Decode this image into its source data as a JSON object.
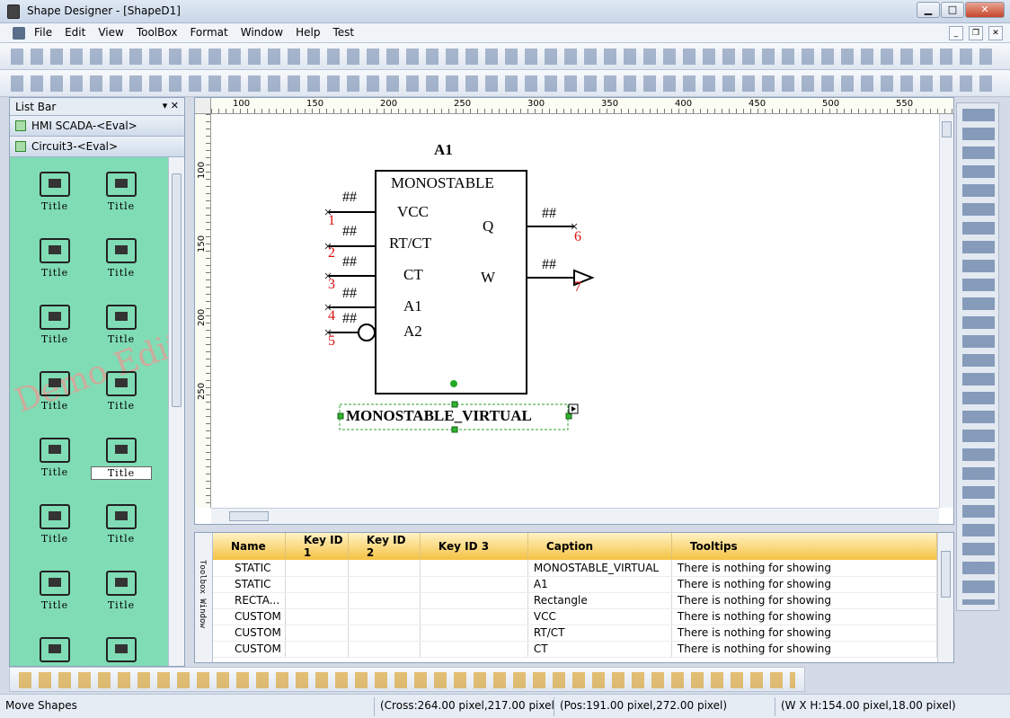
{
  "window": {
    "title": "Shape Designer - [ShapeD1]",
    "min": "▁",
    "max": "□",
    "close": "✕"
  },
  "menu": {
    "items": [
      "File",
      "Edit",
      "View",
      "ToolBox",
      "Format",
      "Window",
      "Help",
      "Test"
    ]
  },
  "mdi": {
    "min": "_",
    "restore": "❐",
    "close": "✕"
  },
  "listbar": {
    "title": "List Bar",
    "controls": "▾  ✕",
    "groups": [
      "HMI SCADA-<Eval>",
      "Circuit3-<Eval>"
    ],
    "tile_label": "Title",
    "watermark": "Demo Edition"
  },
  "ruler": {
    "h_labels": [
      "100",
      "150",
      "200",
      "250",
      "300",
      "350",
      "400",
      "450",
      "500",
      "550"
    ],
    "v_labels": [
      "100",
      "150",
      "200",
      "250"
    ]
  },
  "shape": {
    "designator": "A1",
    "name": "MONOSTABLE",
    "virtual_label": "MONOSTABLE_VIRTUAL",
    "left_pins": [
      {
        "num": "1",
        "hash": "##",
        "label": "VCC"
      },
      {
        "num": "2",
        "hash": "##",
        "label": "RT/CT"
      },
      {
        "num": "3",
        "hash": "##",
        "label": "CT"
      },
      {
        "num": "4",
        "hash": "##",
        "label": "A1"
      },
      {
        "num": "5",
        "hash": "##",
        "label": "A2"
      }
    ],
    "right_pins": [
      {
        "num": "6",
        "hash": "##",
        "label": "Q"
      },
      {
        "num": "7",
        "hash": "##",
        "label": "W"
      }
    ]
  },
  "toolbox_tab": "Toolbox Window",
  "grid": {
    "columns": [
      "Name",
      "Key ID 1",
      "Key ID 2",
      "Key ID 3",
      "Caption",
      "Tooltips"
    ],
    "rows": [
      {
        "name": "STATIC",
        "k1": "",
        "k2": "",
        "k3": "",
        "caption": "MONOSTABLE_VIRTUAL",
        "tooltip": "There is nothing for showing"
      },
      {
        "name": "STATIC",
        "k1": "",
        "k2": "",
        "k3": "",
        "caption": "A1",
        "tooltip": "There is nothing for showing"
      },
      {
        "name": "RECTA...",
        "k1": "",
        "k2": "",
        "k3": "",
        "caption": "Rectangle",
        "tooltip": "There is nothing for showing"
      },
      {
        "name": "CUSTOM",
        "k1": "",
        "k2": "",
        "k3": "",
        "caption": "VCC",
        "tooltip": "There is nothing for showing"
      },
      {
        "name": "CUSTOM",
        "k1": "",
        "k2": "",
        "k3": "",
        "caption": "RT/CT",
        "tooltip": "There is nothing for showing"
      },
      {
        "name": "CUSTOM",
        "k1": "",
        "k2": "",
        "k3": "",
        "caption": "CT",
        "tooltip": "There is nothing for showing"
      }
    ]
  },
  "status": {
    "mode": "Move Shapes",
    "cross": "(Cross:264.00 pixel,217.00 pixel)",
    "pos": "(Pos:191.00 pixel,272.00 pixel)",
    "size": "(W X H:154.00 pixel,18.00 pixel)"
  }
}
